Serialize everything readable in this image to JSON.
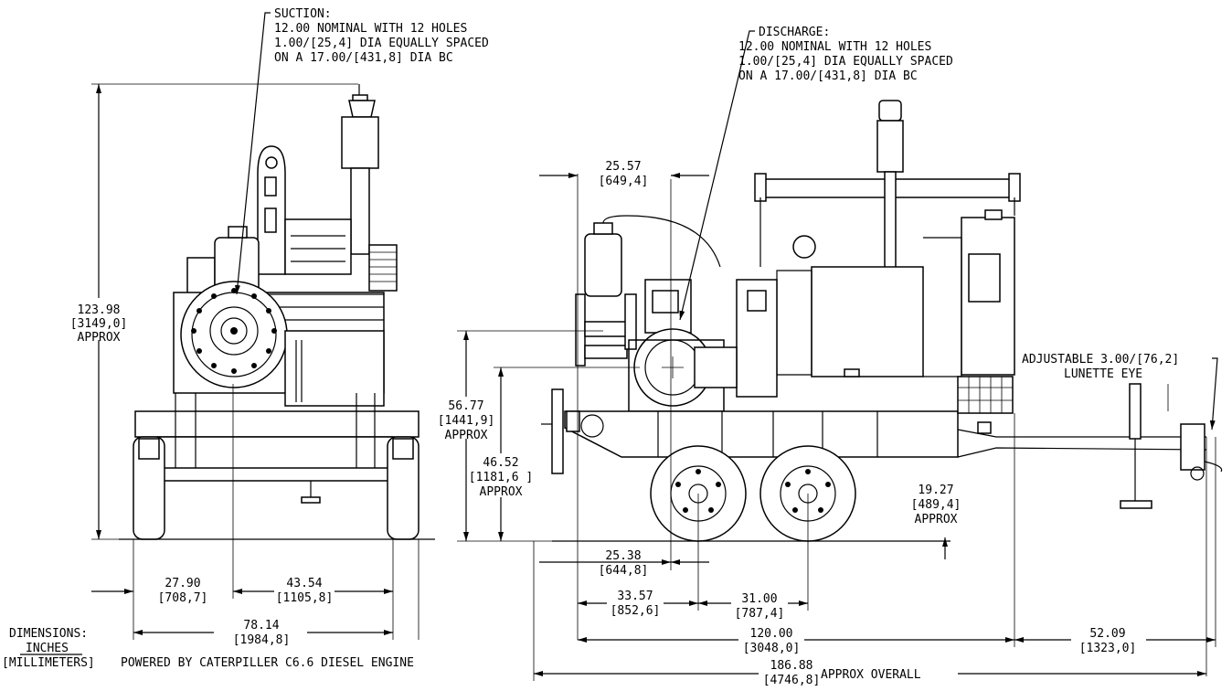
{
  "suction": {
    "title": "SUCTION:",
    "line1": "12.00 NOMINAL WITH 12 HOLES",
    "line2": "1.00/[25,4] DIA EQUALLY SPACED",
    "line3": "ON A 17.00/[431,8] DIA BC"
  },
  "discharge": {
    "title": "DISCHARGE:",
    "line1": "12.00 NOMINAL WITH 12 HOLES",
    "line2": "1.00/[25,4] DIA EQUALLY SPACED",
    "line3": "ON A 17.00/[431,8] DIA BC"
  },
  "dims": {
    "height_in": "123.98",
    "height_mm": "[3149,0]",
    "height_note": "APPROX",
    "left_in": "27.90",
    "left_mm": "[708,7]",
    "center_in": "43.54",
    "center_mm": "[1105,8]",
    "width_in": "78.14",
    "width_mm": "[1984,8]",
    "flange_in": "25.57",
    "flange_mm": "[649,4]",
    "dis_h_in": "56.77",
    "dis_h_mm": "[1441,9]",
    "dis_h_note": "APPROX",
    "suc_h_in": "46.52",
    "suc_h_mm": "[1181,6 ]",
    "suc_h_note": "APPROX",
    "axle_off_in": "25.38",
    "axle_off_mm": "[644,8]",
    "axle1_in": "33.57",
    "axle1_mm": "[852,6]",
    "axle2_in": "31.00",
    "axle2_mm": "[787,4]",
    "frame_h_in": "19.27",
    "frame_h_mm": "[489,4]",
    "frame_h_note": "APPROX",
    "frame_len_in": "120.00",
    "frame_len_mm": "[3048,0]",
    "tongue_in": "52.09",
    "tongue_mm": "[1323,0]",
    "overall_in": "186.88",
    "overall_mm": "[4746,8]",
    "overall_note": "APPROX OVERALL"
  },
  "lunette": {
    "line1": "ADJUSTABLE 3.00/[76,2]",
    "line2": "LUNETTE EYE"
  },
  "legend": {
    "title": "DIMENSIONS:",
    "units1": "INCHES",
    "units2": "[MILLIMETERS]",
    "engine": "POWERED BY CATERPILLER C6.6 DIESEL ENGINE"
  }
}
